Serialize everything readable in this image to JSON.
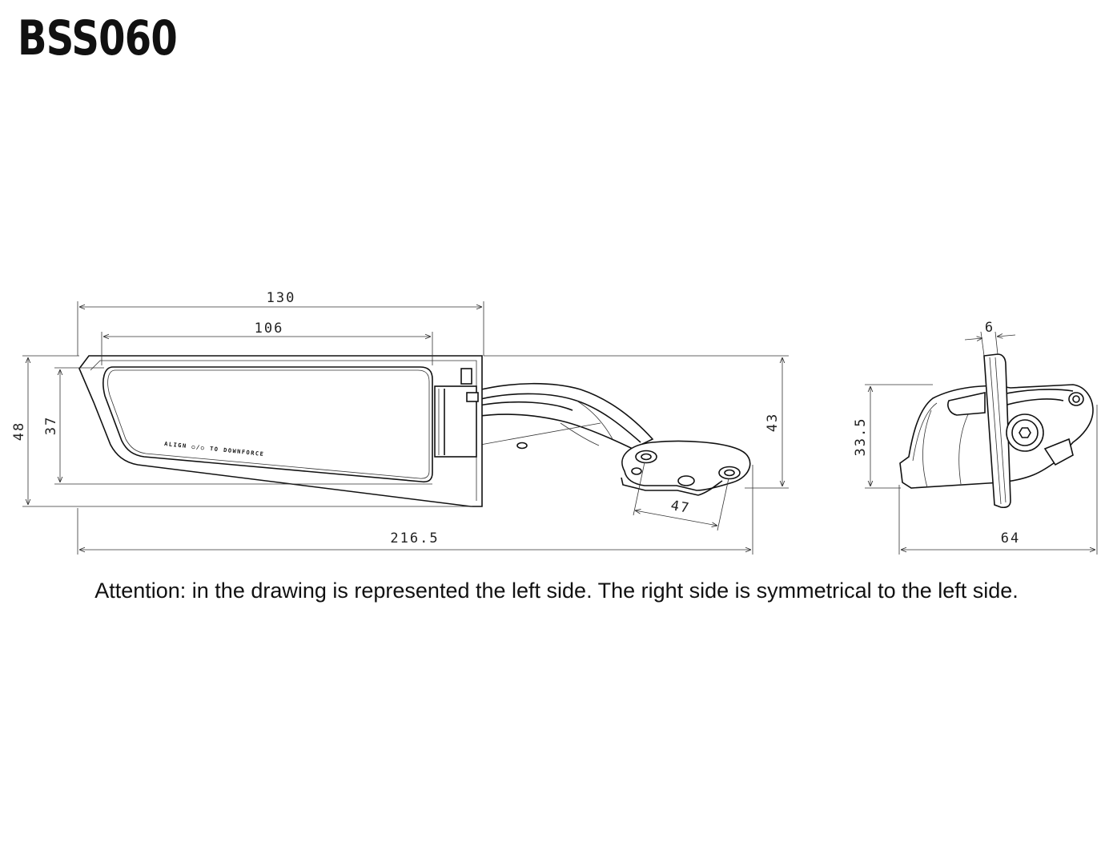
{
  "header": {
    "model_code": "BSS060"
  },
  "front_view": {
    "mirror_label": "ALIGN  ○/○  TO DOWNFORCE",
    "dimensions": {
      "overall_width": "130",
      "glass_width": "106",
      "overall_height": "48",
      "glass_height": "37",
      "arm_height": "43",
      "mount_spacing": "47",
      "total_length": "216.5"
    }
  },
  "side_view": {
    "dimensions": {
      "plate_thickness": "6",
      "height": "33.5",
      "depth": "64"
    }
  },
  "footer": {
    "note": "Attention: in the drawing is represented the left side. The right side is symmetrical to the left side."
  }
}
